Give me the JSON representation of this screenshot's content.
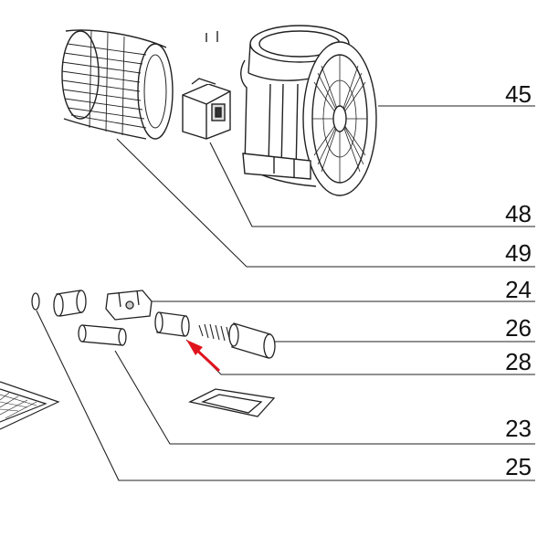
{
  "diagram": {
    "callouts": [
      "45",
      "48",
      "49",
      "24",
      "26",
      "28",
      "23",
      "25"
    ],
    "colors": {
      "line": "#222222",
      "arrow": "#e0141e",
      "paper": "#ffffff"
    }
  }
}
